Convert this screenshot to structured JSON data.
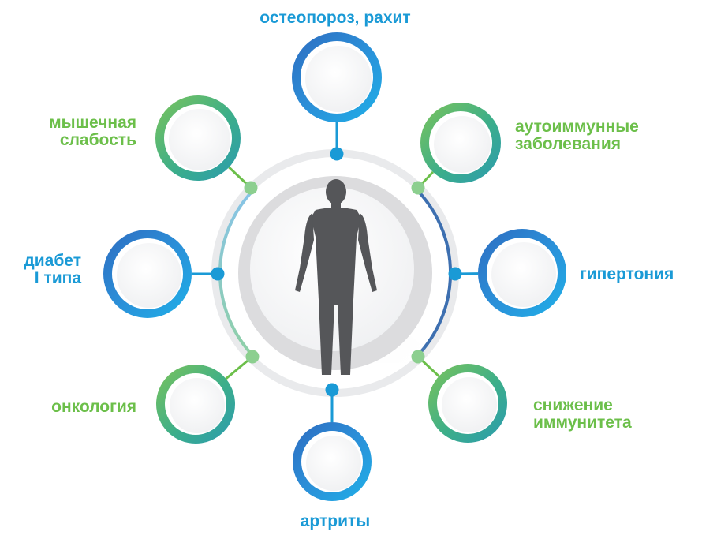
{
  "colors": {
    "blue": "#1a9ad6",
    "green": "#6cbf4a",
    "dark_blue": "#2e5aa8",
    "ring_gray": "#e9eaec",
    "silhouette": "#555659"
  },
  "center_icon": "human-silhouette-icon",
  "nodes": [
    {
      "id": "osteoporosis",
      "lines": [
        "остеопороз, рахит"
      ],
      "color": "blue",
      "ring": "blue"
    },
    {
      "id": "autoimmune",
      "lines": [
        "аутоиммунные",
        "заболевания"
      ],
      "color": "green",
      "ring": "green"
    },
    {
      "id": "hypertension",
      "lines": [
        "гипертония"
      ],
      "color": "blue",
      "ring": "blue"
    },
    {
      "id": "immunity",
      "lines": [
        "снижение",
        "иммунитета"
      ],
      "color": "green",
      "ring": "green"
    },
    {
      "id": "arthritis",
      "lines": [
        "артриты"
      ],
      "color": "blue",
      "ring": "blue"
    },
    {
      "id": "oncology",
      "lines": [
        "онкология"
      ],
      "color": "green",
      "ring": "green"
    },
    {
      "id": "diabetes",
      "lines": [
        "диабет",
        "I типа"
      ],
      "color": "blue",
      "ring": "blue"
    },
    {
      "id": "muscle",
      "lines": [
        "мышечная",
        "слабость"
      ],
      "color": "green",
      "ring": "green"
    }
  ]
}
